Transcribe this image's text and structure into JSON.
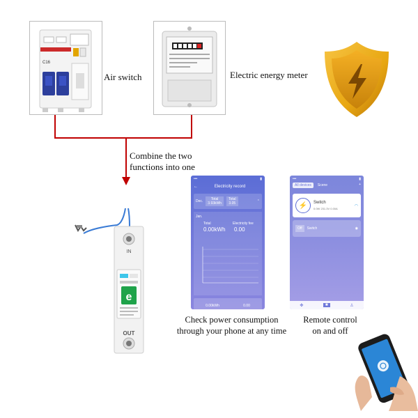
{
  "labels": {
    "air_switch": "Air switch",
    "energy_meter": "Electric energy meter",
    "combine_line1": "Combine the two",
    "combine_line2": "functions into one",
    "check_line1": "Check power consumption",
    "check_line2": "through your phone at any time",
    "remote_line1": "Remote control",
    "remote_line2": "on and off"
  },
  "breaker": {
    "top_label": "IN",
    "bottom_label": "OUT",
    "logo_letter": "e"
  },
  "air_switch_device": {
    "rating": "C16"
  },
  "phone1": {
    "title": "Electricity record",
    "row_label": "Dec.",
    "total_label": "Total",
    "total_value": "3.93kWh",
    "today_label": "Total",
    "today_value": "3.05",
    "section_label": "Jan.",
    "stat1_label": "Total",
    "stat1_value": "0.00kWh",
    "stat2_label": "Electricity fee",
    "stat2_value": "0.00",
    "bottom_total": "0.00kWh",
    "bottom_value": "0.00"
  },
  "phone2": {
    "tab_all": "All devices",
    "tab_scene": "Scene",
    "device1_name": "Switch",
    "device1_values": "0.0W   231.3V   0.00A",
    "device2_name": "Switch"
  },
  "colors": {
    "red_line": "#c00000",
    "blue_line": "#3a7bd5",
    "shield_gold": "#e8a712",
    "shield_dark": "#b97408",
    "phone_purple": "#6f78d9",
    "breaker_green": "#1fa34a",
    "display_cyan": "#3ec6ea"
  }
}
